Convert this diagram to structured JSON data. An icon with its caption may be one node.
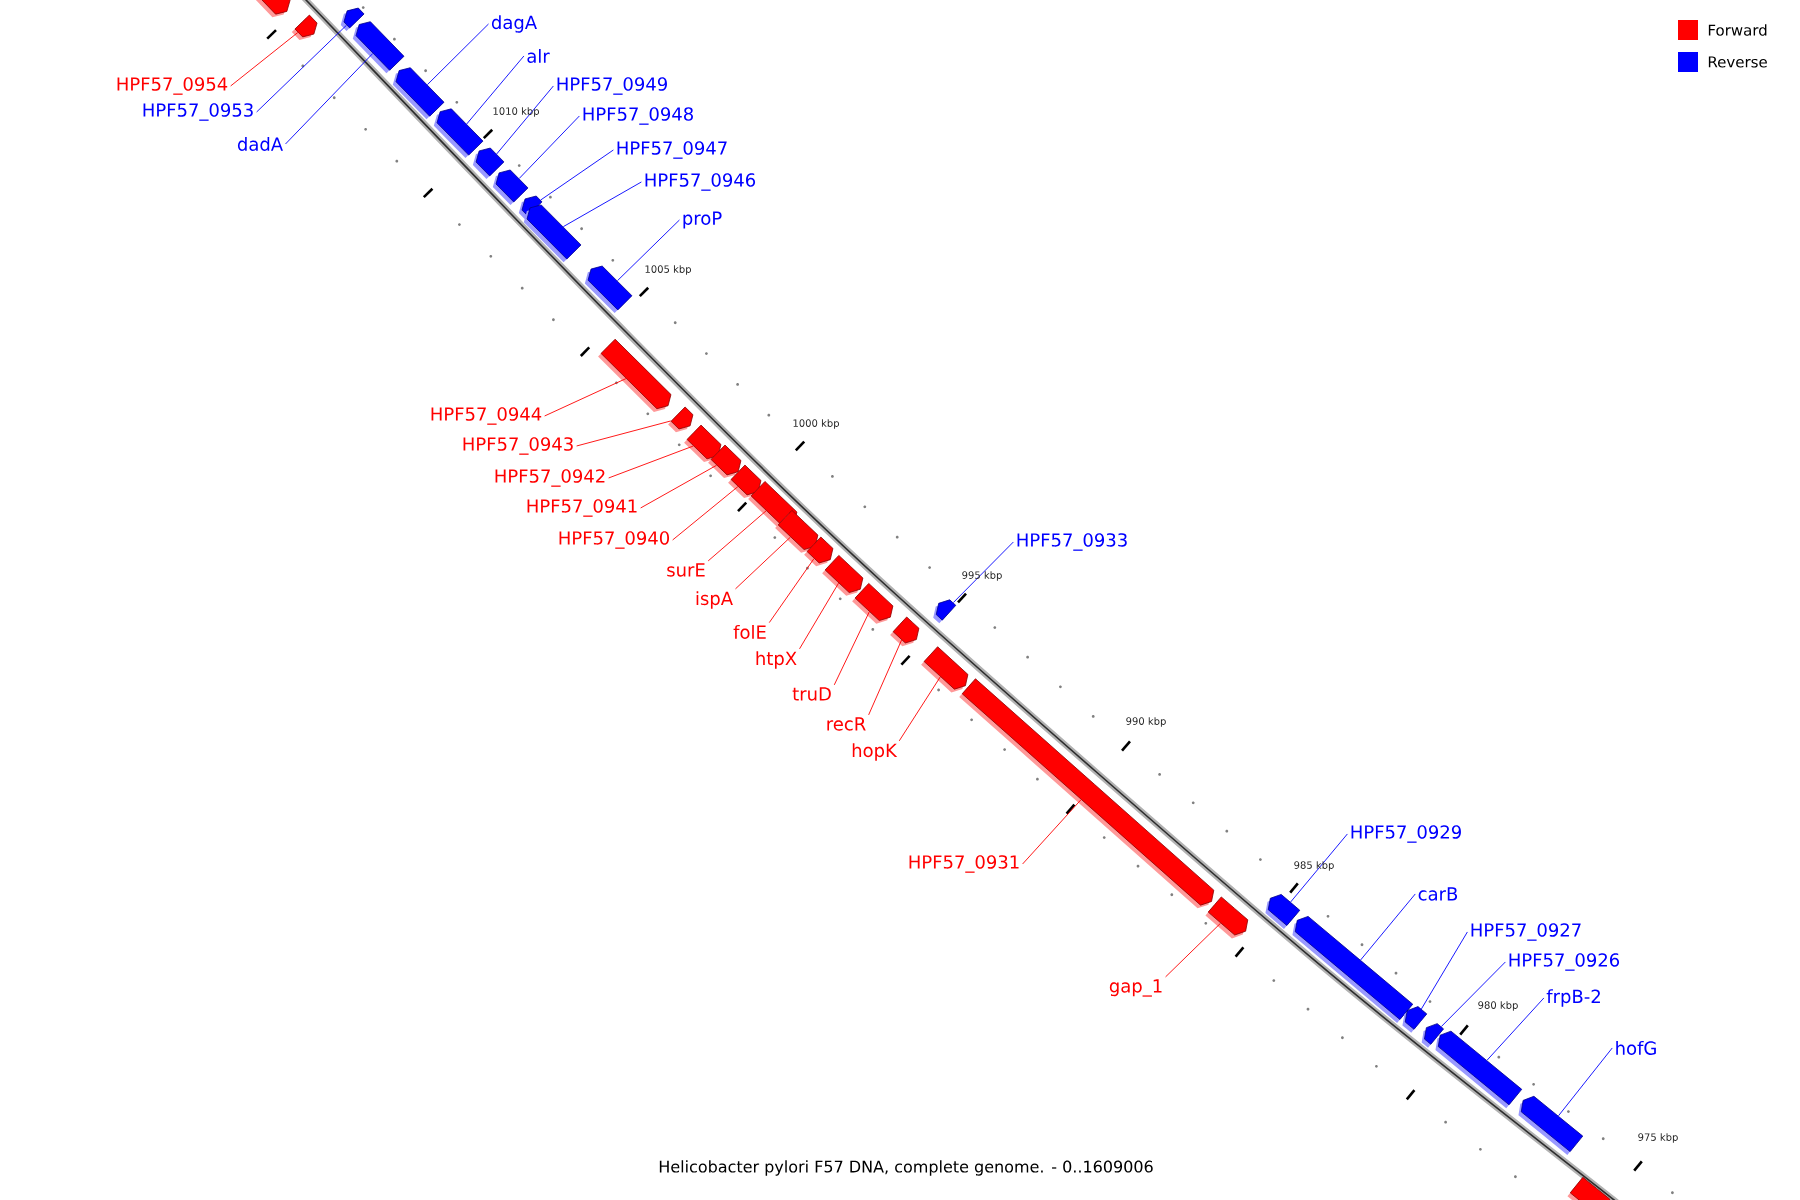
{
  "diagram": {
    "caption": "Helicobacter pylori F57 DNA, complete genome. - 0..1609006",
    "nodes": [
      {
        "text": [],
        "shape": "bar"
      },
      {
        "text": [],
        "shape": "bar"
      },
      {
        "text": [],
        "shape": "bar"
      },
      {
        "text": [],
        "shape": "bar"
      },
      {
        "text": [],
        "shape": "bar"
      },
      {
        "text": [],
        "shape": "bar"
      },
      {
        "text": [],
        "shape": "bar"
      },
      {
        "text": [],
        "shape": "bar"
      },
      {
        "text": [],
        "shape": "bar"
      },
      {
        "text": [],
        "shape": "bar"
      },
      {
        "text": [],
        "shape": "bar"
      },
      {
        "text": [],
        "shape": "bar"
      },
      {
        "text": [],
        "shape": "bar"
      },
      {
        "text": [],
        "shape": "bar"
      },
      {
        "text": [],
        "shape": "bar"
      },
      {
        "text": [],
        "shape": "bar"
      },
      {
        "text": [],
        "shape": "bar"
      },
      {
        "text": [],
        "shape": "bar"
      },
      {
        "text": [],
        "shape": "bar"
      },
      {
        "text": [],
        "shape": "bar"
      },
      {
        "text": [],
        "shape": "bar"
      },
      {
        "text": [],
        "shape": "bar"
      },
      {
        "text": [],
        "shape": "bar"
      },
      {
        "text": [],
        "shape": "bar"
      },
      {
        "text": [],
        "shape": "bar"
      },
      {
        "text": [],
        "shape": "bar"
      },
      {
        "text": [],
        "shape": "bar"
      },
      {
        "text": [],
        "shape": "bar"
      },
      {
        "text": [],
        "shape": "bar"
      },
      {
        "text": [],
        "shape": "bar"
      },
      {
        "text": [],
        "shape": "bar"
      },
      {
        "text": [],
        "shape": "bar"
      },
      {
        "text": [],
        "shape": "bar"
      },
      {
        "text": [
          "HPF57_0954"
        ]
      },
      {
        "text": [
          "HPF57_0953"
        ]
      },
      {
        "text": [
          "dadA"
        ]
      },
      {
        "text": [
          "dagA"
        ]
      },
      {
        "text": [
          "alr"
        ]
      },
      {
        "text": [
          "HPF57_0949"
        ]
      },
      {
        "text": [
          "HPF57_0948"
        ]
      },
      {
        "text": [
          "HPF57_0947"
        ]
      },
      {
        "text": [
          "HPF57_0946"
        ]
      },
      {
        "text": [
          "proP"
        ]
      },
      {
        "text": [
          "HPF57_0944"
        ]
      },
      {
        "text": [
          "HPF57_0943"
        ]
      },
      {
        "text": [
          "HPF57_0942"
        ]
      },
      {
        "text": [
          "HPF57_0941"
        ]
      },
      {
        "text": [
          "HPF57_0940"
        ]
      },
      {
        "text": [
          "surE"
        ]
      },
      {
        "text": [
          "ispA"
        ]
      },
      {
        "text": [
          "folE"
        ]
      },
      {
        "text": [
          "htpX"
        ]
      },
      {
        "text": [
          "truD"
        ]
      },
      {
        "text": [
          "recR"
        ]
      },
      {
        "text": [
          "hopK"
        ]
      },
      {
        "text": [
          "HPF57_0933"
        ]
      },
      {
        "text": [
          "HPF57_0931"
        ]
      },
      {
        "text": [
          "gap_1"
        ]
      },
      {
        "text": [
          "HPF57_0929"
        ]
      },
      {
        "text": [
          "carB"
        ]
      },
      {
        "text": [
          "HPF57_0927"
        ]
      },
      {
        "text": [
          "HPF57_0926"
        ]
      },
      {
        "text": [
          "frpB-2"
        ]
      },
      {
        "text": [
          "hofG"
        ]
      }
    ],
    "edges": [
      {
        "from": 33,
        "to": 1,
        "arrow": "none",
        "color": "#ff0000"
      },
      {
        "from": 34,
        "to": 2,
        "arrow": "none",
        "color": "#0000ff"
      },
      {
        "from": 35,
        "to": 3,
        "arrow": "none",
        "color": "#0000ff"
      },
      {
        "from": 36,
        "to": 4,
        "arrow": "none",
        "color": "#0000ff"
      },
      {
        "from": 37,
        "to": 5,
        "arrow": "none",
        "color": "#0000ff"
      },
      {
        "from": 38,
        "to": 6,
        "arrow": "none",
        "color": "#0000ff"
      },
      {
        "from": 39,
        "to": 7,
        "arrow": "none",
        "color": "#0000ff"
      },
      {
        "from": 40,
        "to": 8,
        "arrow": "none",
        "color": "#0000ff"
      },
      {
        "from": 41,
        "to": 9,
        "arrow": "none",
        "color": "#0000ff"
      },
      {
        "from": 42,
        "to": 10,
        "arrow": "none",
        "color": "#0000ff"
      },
      {
        "from": 43,
        "to": 11,
        "arrow": "none",
        "color": "#ff0000"
      },
      {
        "from": 44,
        "to": 12,
        "arrow": "none",
        "color": "#ff0000"
      },
      {
        "from": 45,
        "to": 13,
        "arrow": "none",
        "color": "#ff0000"
      },
      {
        "from": 46,
        "to": 14,
        "arrow": "none",
        "color": "#ff0000"
      },
      {
        "from": 47,
        "to": 15,
        "arrow": "none",
        "color": "#ff0000"
      },
      {
        "from": 48,
        "to": 16,
        "arrow": "none",
        "color": "#ff0000"
      },
      {
        "from": 49,
        "to": 17,
        "arrow": "none",
        "color": "#ff0000"
      },
      {
        "from": 50,
        "to": 18,
        "arrow": "none",
        "color": "#ff0000"
      },
      {
        "from": 51,
        "to": 19,
        "arrow": "none",
        "color": "#ff0000"
      },
      {
        "from": 52,
        "to": 20,
        "arrow": "none",
        "color": "#ff0000"
      },
      {
        "from": 53,
        "to": 21,
        "arrow": "none",
        "color": "#ff0000"
      },
      {
        "from": 54,
        "to": 22,
        "arrow": "none",
        "color": "#ff0000"
      },
      {
        "from": 55,
        "to": 23,
        "arrow": "none",
        "color": "#0000ff"
      },
      {
        "from": 56,
        "to": 24,
        "arrow": "none",
        "color": "#ff0000"
      },
      {
        "from": 57,
        "to": 25,
        "arrow": "none",
        "color": "#ff0000"
      },
      {
        "from": 58,
        "to": 26,
        "arrow": "none",
        "color": "#0000ff"
      },
      {
        "from": 59,
        "to": 27,
        "arrow": "none",
        "color": "#0000ff"
      },
      {
        "from": 60,
        "to": 28,
        "arrow": "none",
        "color": "#0000ff"
      },
      {
        "from": 61,
        "to": 29,
        "arrow": "none",
        "color": "#0000ff"
      },
      {
        "from": 62,
        "to": 30,
        "arrow": "none",
        "color": "#0000ff"
      },
      {
        "from": 63,
        "to": 31,
        "arrow": "none",
        "color": "#0000ff"
      }
    ],
    "labels": [
      "1010 kbp",
      "1005 kbp",
      "1000 kbp",
      "995 kbp",
      "990 kbp",
      "985 kbp",
      "980 kbp",
      "975 kbp"
    ],
    "legend": [
      {
        "text": "Forward",
        "color": "#ff0000"
      },
      {
        "text": "Reverse",
        "color": "#0000ff"
      }
    ]
  }
}
